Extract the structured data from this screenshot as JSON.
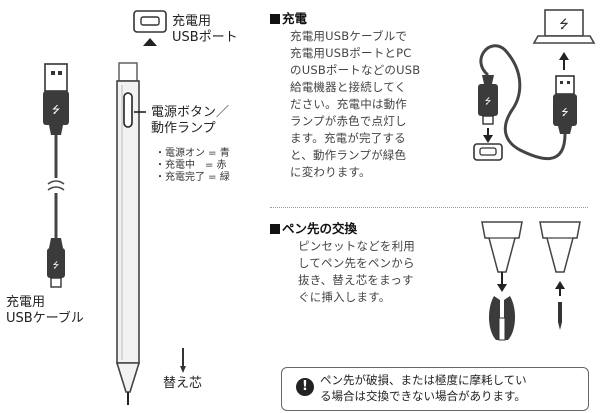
{
  "left_labels": {
    "port_line1": "充電用",
    "port_line2": "USBポート",
    "power_line1": "電源ボタン／",
    "power_line2": "動作ランプ",
    "status_1": "・電源オン = 青",
    "status_2": "・充電中　= 赤",
    "status_3": "・充電完了 = 緑",
    "cable_line1": "充電用",
    "cable_line2": "USBケーブル",
    "replacement_tip": "替え芯"
  },
  "charging": {
    "heading": "充電",
    "body_lines": [
      "充電用USBケーブルで",
      "充電用USBポートとPC",
      "のUSBポートなどのUSB",
      "給電機器と接続してく",
      "ださい。充電中は動作",
      "ランプが赤色で点灯し",
      "ます。充電が完了する",
      "と、動作ランプが緑色",
      "に変わります。"
    ]
  },
  "tip_change": {
    "heading": "ペン先の交換",
    "body_lines": [
      "ピンセットなどを利用",
      "してペン先をペンから",
      "抜き、替え芯をまっす",
      "ぐに挿入します。"
    ]
  },
  "notice": {
    "icon": "exclamation-icon",
    "line1": "ペン先が破損、または極度に摩耗してい",
    "line2": "る場合は交換できない場合があります。"
  },
  "icons": [
    "usb-symbol-icon",
    "laptop-icon",
    "arrow-up-icon",
    "arrow-down-icon",
    "tweezers-icon",
    "pen-tip-icon"
  ]
}
